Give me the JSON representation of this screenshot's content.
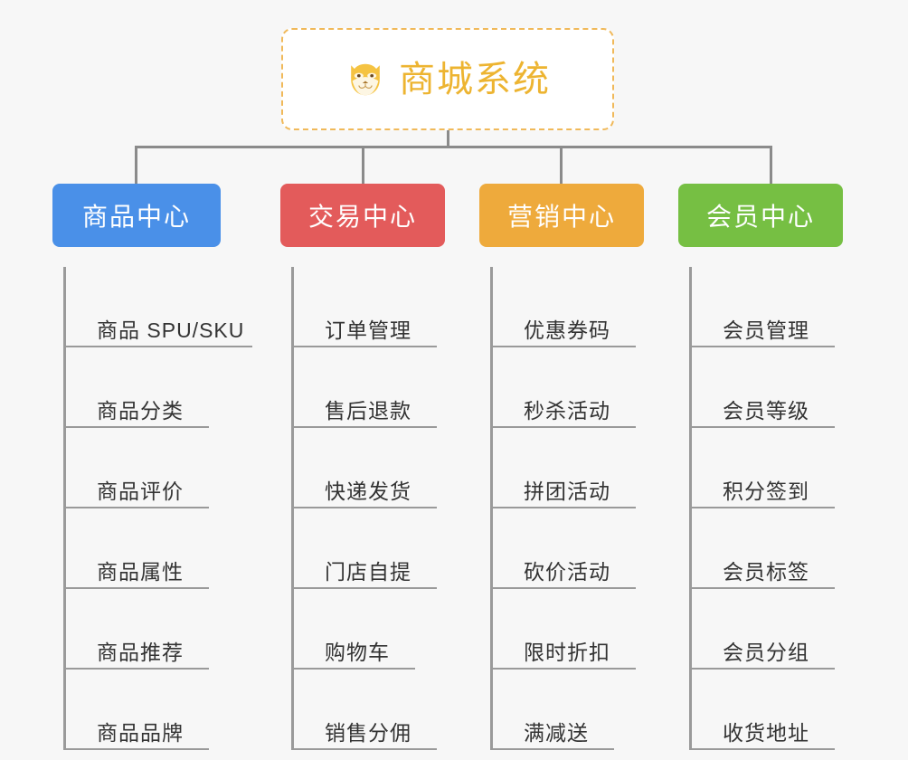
{
  "root": {
    "title": "商城系统",
    "icon": "shiba-dog-face-icon",
    "title_color": "#edb431",
    "border_color": "#f0b95a"
  },
  "canvas": {
    "background_color": "#f7f7f7",
    "connector_color": "#8b8b8b"
  },
  "columns": [
    {
      "label": "商品中心",
      "color": "#4a90e8",
      "items": [
        "商品 SPU/SKU",
        "商品分类",
        "商品评价",
        "商品属性",
        "商品推荐",
        "商品品牌"
      ]
    },
    {
      "label": "交易中心",
      "color": "#e35b5b",
      "items": [
        "订单管理",
        "售后退款",
        "快递发货",
        "门店自提",
        "购物车",
        "销售分佣"
      ]
    },
    {
      "label": "营销中心",
      "color": "#eeaa3c",
      "items": [
        "优惠券码",
        "秒杀活动",
        "拼团活动",
        "砍价活动",
        "限时折扣",
        "满减送"
      ]
    },
    {
      "label": "会员中心",
      "color": "#76bf43",
      "items": [
        "会员管理",
        "会员等级",
        "积分签到",
        "会员标签",
        "会员分组",
        "收货地址"
      ]
    }
  ]
}
